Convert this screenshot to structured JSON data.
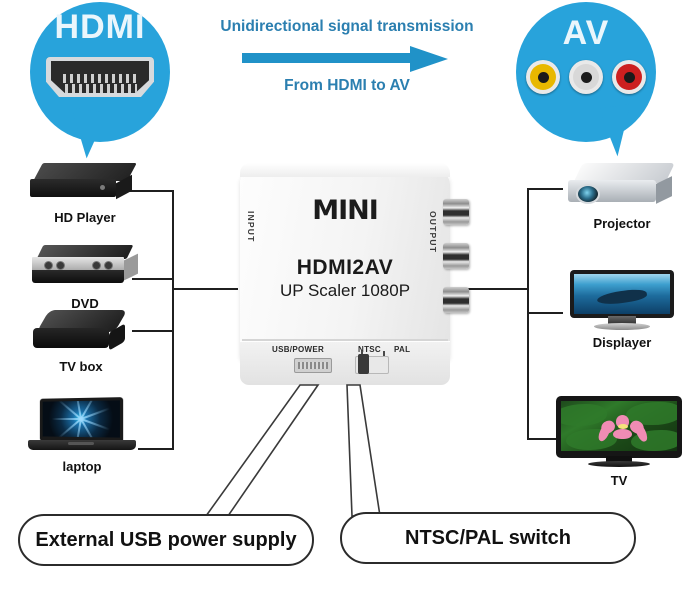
{
  "diagram": {
    "title": "HDMI2AV converter connection diagram",
    "background": "#ffffff",
    "accent_blue": "#28A3DB",
    "arrow_blue": "#2092C8",
    "arrow_text_color": "#2B7FB0"
  },
  "source_bubble": {
    "label": "HDMI",
    "icon": "hdmi-port-icon"
  },
  "target_bubble": {
    "label": "AV",
    "connectors": [
      {
        "name": "rca-yellow",
        "color": "#e8b800"
      },
      {
        "name": "rca-white",
        "color": "#d8d8d8"
      },
      {
        "name": "rca-red",
        "color": "#cc1f1f"
      }
    ]
  },
  "arrow": {
    "top_text": "Unidirectional signal transmission",
    "bottom_text": "From HDMI to AV",
    "direction": "right"
  },
  "converter": {
    "brand": "MINI",
    "model": "HDMI2AV",
    "subtitle": "UP Scaler 1080P",
    "input_label": "INPUT",
    "output_label": "OUTPUT",
    "front_panel": {
      "usb_label": "USB/POWER",
      "ntsc_label": "NTSC",
      "pal_label": "PAL",
      "switch_position": "NTSC"
    },
    "output_jacks": 3
  },
  "input_devices": [
    {
      "label": "HD Player",
      "icon": "hd-player-icon"
    },
    {
      "label": "DVD",
      "icon": "dvd-player-icon"
    },
    {
      "label": "TV box",
      "icon": "tv-box-icon"
    },
    {
      "label": "laptop",
      "icon": "laptop-icon"
    }
  ],
  "output_devices": [
    {
      "label": "Projector",
      "icon": "projector-icon"
    },
    {
      "label": "Displayer",
      "icon": "monitor-icon"
    },
    {
      "label": "TV",
      "icon": "television-icon"
    }
  ],
  "callouts": [
    {
      "name": "usb-power",
      "text": "External USB power supply"
    },
    {
      "name": "ntsc-pal",
      "text": "NTSC/PAL switch"
    }
  ]
}
